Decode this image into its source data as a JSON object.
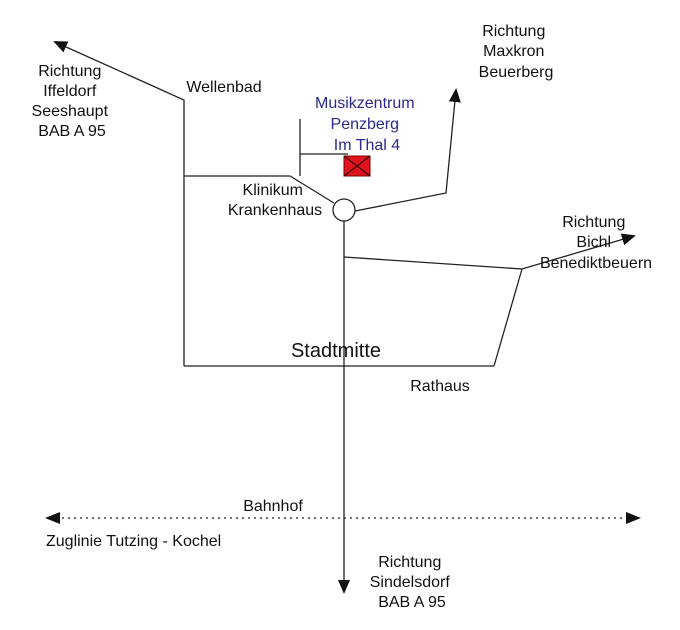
{
  "destination": {
    "lines": [
      "Musikzentrum",
      "Penzberg",
      "Im Thal 4"
    ],
    "color": "#2a2a8a",
    "marker_color": "#e0141e",
    "marker_icon": "destination-x-marker-icon"
  },
  "directions": {
    "northwest": [
      "Richtung",
      "Iffeldorf",
      "Seeshaupt",
      "BAB A 95"
    ],
    "northeast": [
      "Richtung",
      "Maxkron",
      "Beuerberg"
    ],
    "east": [
      "Richtung",
      "Bichl",
      "Benediktbeuern"
    ],
    "south": [
      "Richtung",
      "Sindelsdorf",
      "BAB A 95"
    ]
  },
  "places": {
    "wellenbad": "Wellenbad",
    "klinikum": [
      "Klinikum",
      "Krankenhaus"
    ],
    "stadtmitte": "Stadtmitte",
    "rathaus": "Rathaus",
    "bahnhof": "Bahnhof"
  },
  "railway": {
    "label": "Zuglinie Tutzing - Kochel"
  },
  "icons": {
    "roundabout": "roundabout-icon",
    "arrow": "arrow-head-icon"
  }
}
